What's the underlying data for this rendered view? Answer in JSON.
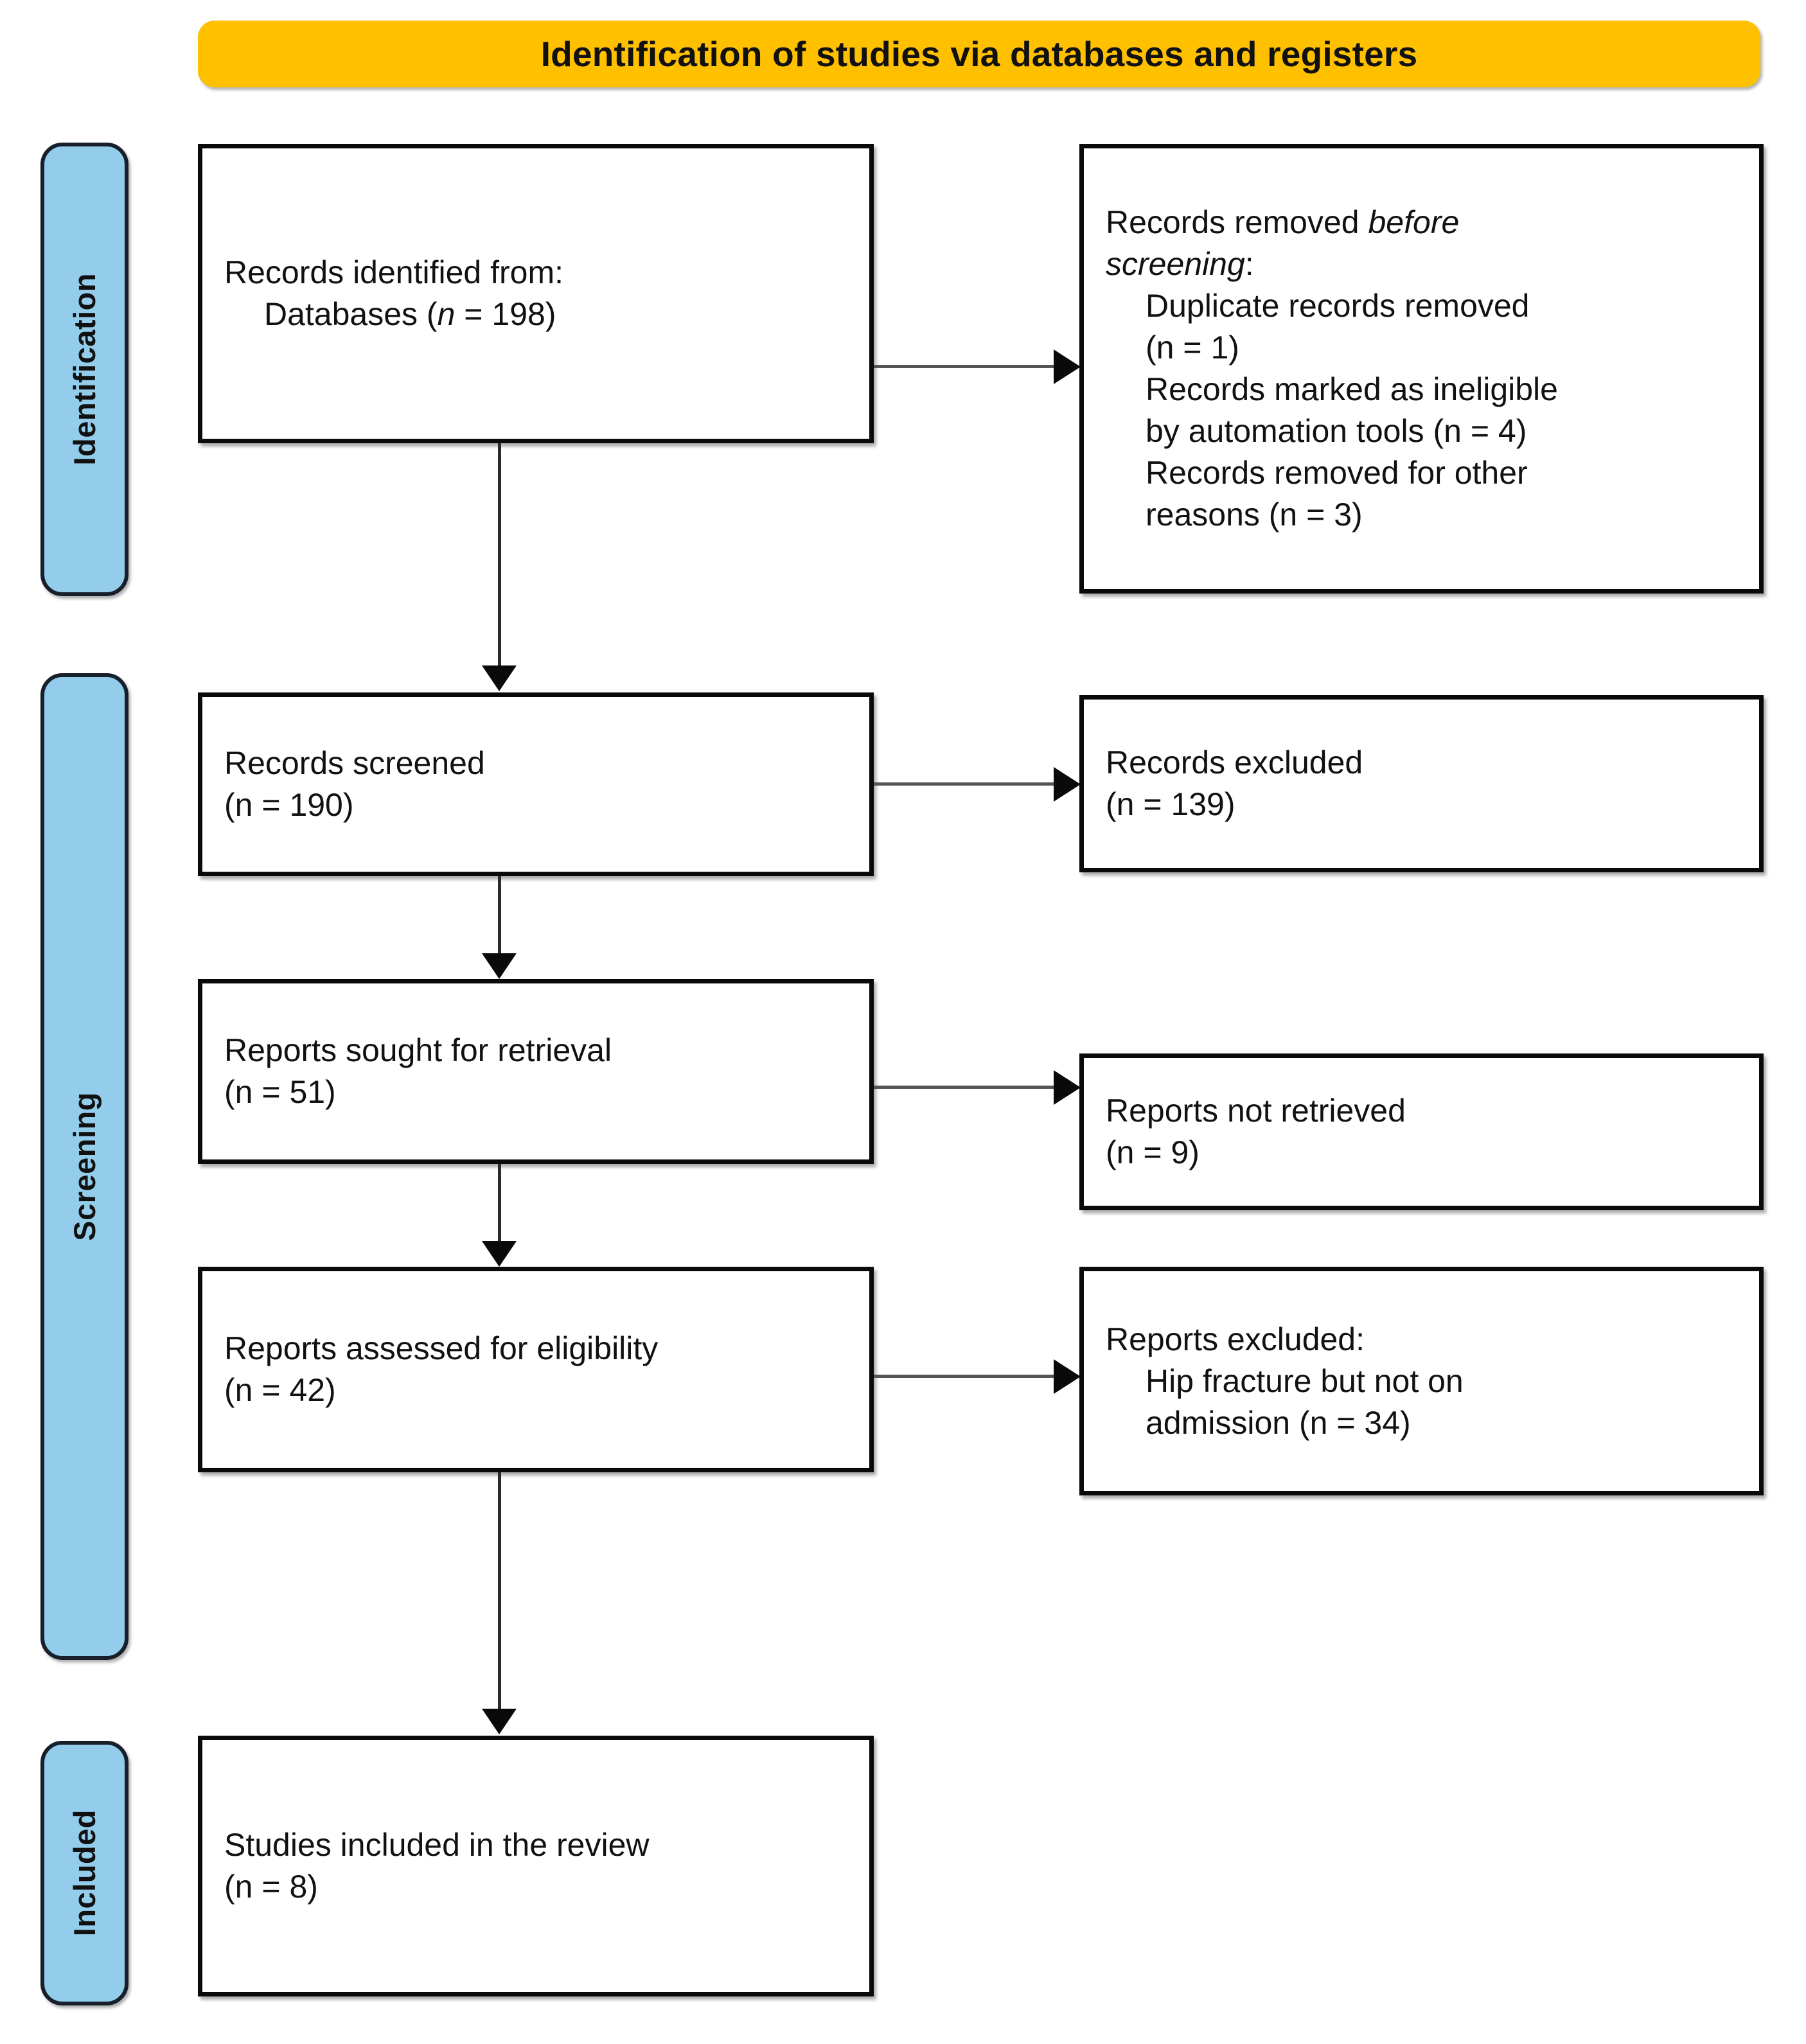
{
  "banner": {
    "title": "Identification of studies via databases and registers"
  },
  "stage_labels": {
    "identification": "Identification",
    "screening": "Screening",
    "included": "Included"
  },
  "boxes": {
    "identified": {
      "line1": "Records identified from:",
      "line2": "Databases (",
      "n_italic": "n",
      "line2_tail": " = 198)"
    },
    "removed": {
      "line1_a": "Records removed ",
      "line1_b": "before",
      "line2_a": "screening",
      "line2_b": ":",
      "item1": "Duplicate records removed",
      "item1_n": "(n = 1)",
      "item2_a": "Records marked as ineligible",
      "item2_b": "by automation tools (n = 4)",
      "item3_a": "Records removed for other",
      "item3_b": "reasons (n = 3)"
    },
    "screened": {
      "line1": "Records screened",
      "line2": "(n = 190)"
    },
    "records_excluded": {
      "line1": "Records excluded",
      "line2": "(n = 139)"
    },
    "sought": {
      "line1": "Reports sought for retrieval",
      "line2": "(n = 51)"
    },
    "not_retrieved": {
      "line1": "Reports not retrieved",
      "line2": "(n = 9)"
    },
    "assessed": {
      "line1": "Reports assessed for eligibility",
      "line2": "(n = 42)"
    },
    "reports_excluded": {
      "line1": "Reports excluded:",
      "item1_a": "Hip fracture but not on",
      "item1_b": "admission (n = 34)"
    },
    "included": {
      "line1": "Studies included in the review",
      "line2": "(n = 8)"
    }
  },
  "counts": {
    "databases": 198,
    "duplicates_removed": 1,
    "ineligible_automation": 4,
    "removed_other": 3,
    "records_screened": 190,
    "records_excluded": 139,
    "reports_sought": 51,
    "reports_not_retrieved": 9,
    "reports_assessed": 42,
    "reports_excluded_hip_fracture": 34,
    "studies_included": 8
  },
  "colors": {
    "banner": "#FFC000",
    "stage_label": "#93CDEB",
    "border": "#0A0A0A",
    "text": "#111111",
    "page_background": "#FFFFFF"
  }
}
